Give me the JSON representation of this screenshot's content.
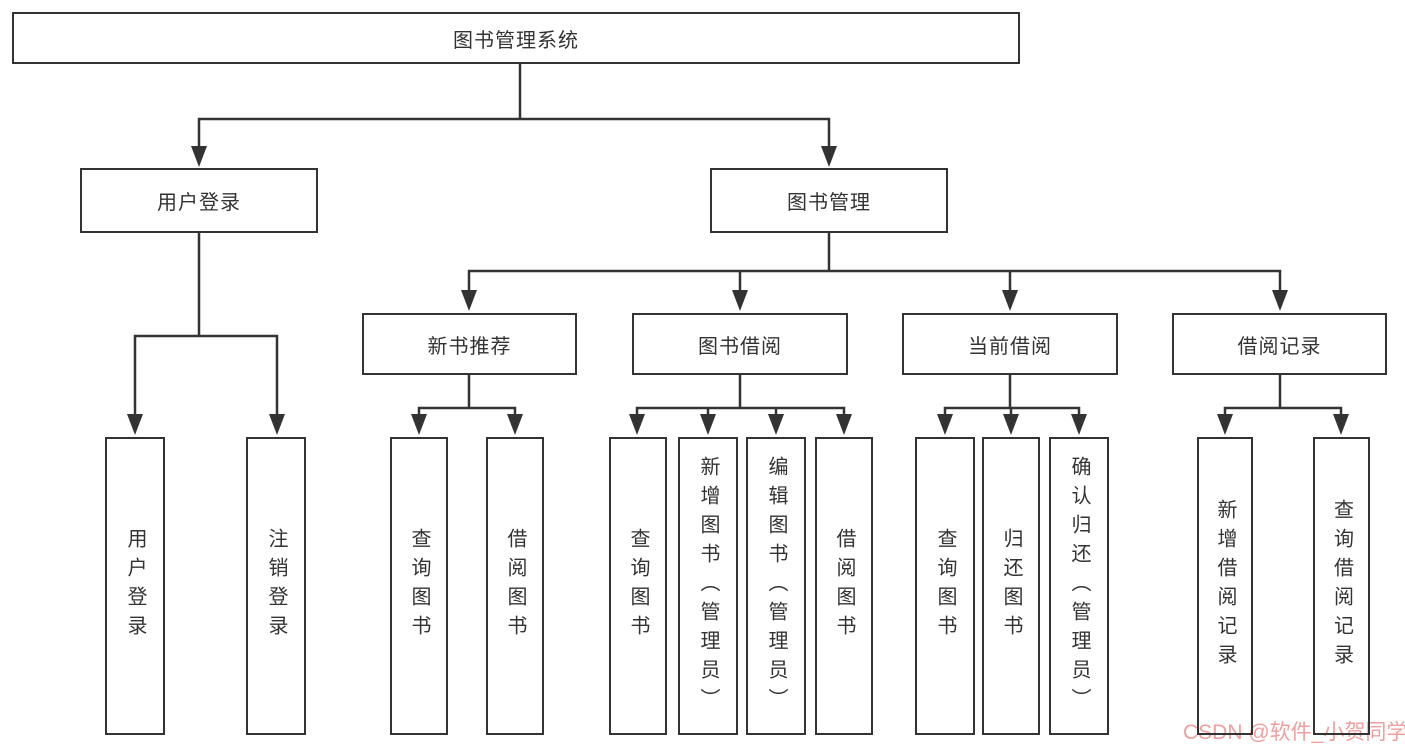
{
  "colors": {
    "line": "#333333",
    "box_border": "#333333",
    "text": "#333333",
    "background": "#ffffff",
    "watermark": "#ef9f9f"
  },
  "diagram": {
    "root": {
      "label": "图书管理系统"
    },
    "login_branch": {
      "label": "用户登录",
      "children": [
        {
          "label": "用户登录"
        },
        {
          "label": "注销登录"
        }
      ]
    },
    "mgmt_branch": {
      "label": "图书管理",
      "groups": [
        {
          "label": "新书推荐",
          "children": [
            {
              "label": "查询图书"
            },
            {
              "label": "借阅图书"
            }
          ]
        },
        {
          "label": "图书借阅",
          "children": [
            {
              "label": "查询图书"
            },
            {
              "label": "新增图书（管理员）"
            },
            {
              "label": "编辑图书（管理员）"
            },
            {
              "label": "借阅图书"
            }
          ]
        },
        {
          "label": "当前借阅",
          "children": [
            {
              "label": "查询图书"
            },
            {
              "label": "归还图书"
            },
            {
              "label": "确认归还（管理员）"
            }
          ]
        },
        {
          "label": "借阅记录",
          "children": [
            {
              "label": "新增借阅记录"
            },
            {
              "label": "查询借阅记录"
            }
          ]
        }
      ]
    }
  },
  "watermark": {
    "text": "CSDN @软件_小贺同学"
  }
}
